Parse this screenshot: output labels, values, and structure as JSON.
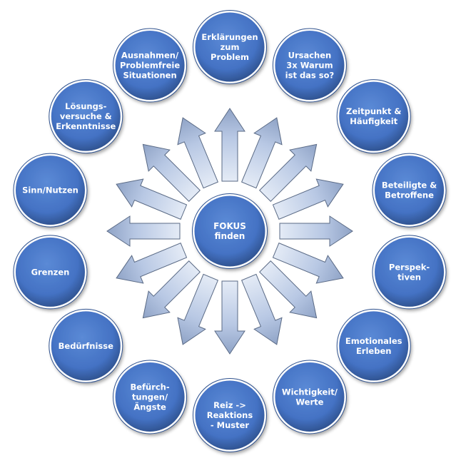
{
  "center": {
    "lines": [
      "FOKUS",
      "finden"
    ]
  },
  "nodes": [
    {
      "id": "erklaerungen",
      "lines": [
        "Erklärungen",
        "zum",
        "Problem"
      ]
    },
    {
      "id": "ursachen",
      "lines": [
        "Ursachen",
        "3x Warum",
        "ist das so?"
      ]
    },
    {
      "id": "zeitpunkt",
      "lines": [
        "Zeitpunkt &",
        "Häufigkeit"
      ]
    },
    {
      "id": "beteiligte",
      "lines": [
        "Beteiligte &",
        "Betroffene"
      ]
    },
    {
      "id": "perspektiven",
      "lines": [
        "Perspek-",
        "tiven"
      ]
    },
    {
      "id": "emotionales",
      "lines": [
        "Emotionales",
        "Erleben"
      ]
    },
    {
      "id": "wichtigkeit",
      "lines": [
        "Wichtigkeit/",
        "Werte"
      ]
    },
    {
      "id": "reiz",
      "lines": [
        "Reiz ->",
        "Reaktions",
        "- Muster"
      ]
    },
    {
      "id": "befuerchtungen",
      "lines": [
        "Befürch-",
        "tungen/",
        "Ängste"
      ]
    },
    {
      "id": "beduerfnisse",
      "lines": [
        "Bedürfnisse"
      ]
    },
    {
      "id": "grenzen",
      "lines": [
        "Grenzen"
      ]
    },
    {
      "id": "sinn",
      "lines": [
        "Sinn/Nutzen"
      ]
    },
    {
      "id": "loesungen",
      "lines": [
        "Lösungs-",
        "versuche &",
        "Erkenntnisse"
      ]
    },
    {
      "id": "ausnahmen",
      "lines": [
        "Ausnahmen/",
        "Problemfreie",
        "Situationen"
      ]
    }
  ],
  "colors": {
    "node_fill": "#4472c4",
    "node_dark": "#2f528f",
    "arrow_fill": "#b4c6e7",
    "arrow_stroke": "#5a6a85"
  }
}
